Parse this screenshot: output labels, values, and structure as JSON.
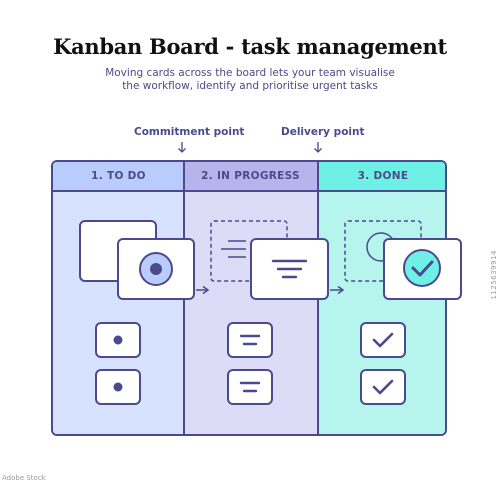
{
  "header": {
    "title": "Kanban Board - task management",
    "subtitle_line1": "Moving cards across the board lets your team visualise",
    "subtitle_line2": "the workflow, identify and prioritise urgent tasks"
  },
  "points": {
    "commitment": "Commitment point",
    "delivery": "Delivery point"
  },
  "columns": [
    {
      "label": "1. TO DO",
      "bg": "#d6e2ff",
      "header_bg": "#b9ccfb"
    },
    {
      "label": "2. IN PROGRESS",
      "bg": "#dcdcf6",
      "header_bg": "#b6b4ea"
    },
    {
      "label": "3. DONE",
      "bg": "#b5f5ee",
      "header_bg": "#6ff0e4"
    }
  ],
  "colors": {
    "outline": "#4b4a8c",
    "card_fill": "#ffffff",
    "icon": "#4b4a8c"
  },
  "icons": {
    "todo_card": "dot-icon",
    "in_progress_card": "lines-icon",
    "done_card": "check-circle-icon",
    "todo_small": "dot-icon",
    "in_progress_small": "lines-icon",
    "done_small": "check-icon"
  },
  "watermark": {
    "id": "1125639914",
    "logo": "Adobe Stock"
  }
}
